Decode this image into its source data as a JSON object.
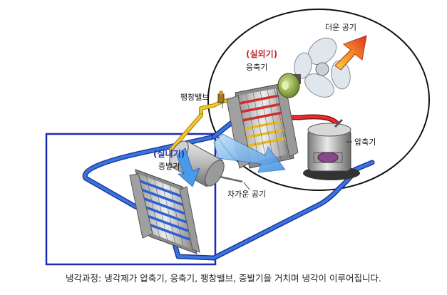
{
  "labels": {
    "outdoor_unit": "(실외기)",
    "condenser": "응축기",
    "hot_air": "더운 공기",
    "expansion_valve": "팽창밸브",
    "compressor": "압축기",
    "indoor_unit": "(실내기)",
    "evaporator": "증발기",
    "cold_air": "차가운 공기"
  },
  "caption": "냉각과정: 냉각제가 압축기, 응축기, 팽창밸브, 증발기을 거치며 냉각이 이루어집니다.",
  "colors": {
    "indoor_box": "#1a2ab8",
    "pipe_blue": "#2b5fd6",
    "pipe_red": "#d42a2a",
    "pipe_yellow": "#e8b820",
    "label_red": "#c0282a",
    "label_blue": "#2236a8"
  }
}
